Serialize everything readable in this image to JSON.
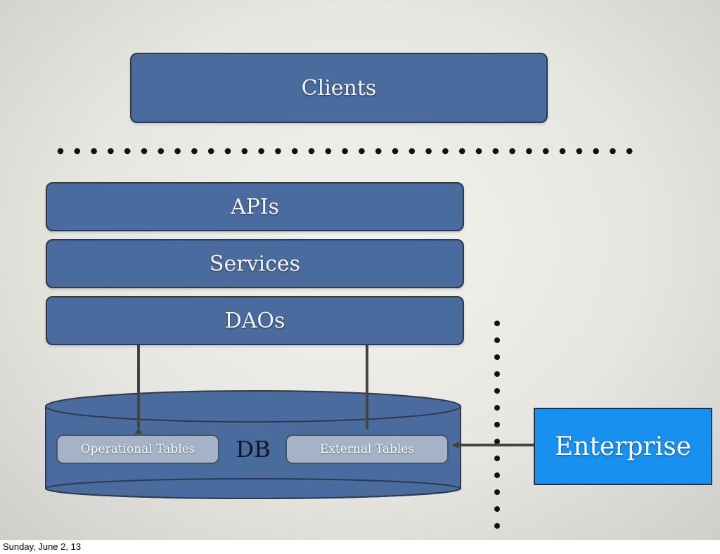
{
  "diagram": {
    "layers": {
      "clients": "Clients",
      "apis": "APIs",
      "services": "Services",
      "daos": "DAOs"
    },
    "database": {
      "label": "DB",
      "operational_tables": "Operational Tables",
      "external_tables": "External Tables"
    },
    "enterprise": "Enterprise",
    "colors": {
      "layer_fill": "#4a6b9e",
      "layer_border": "#2e3a4c",
      "table_fill": "#a6b2c8",
      "enterprise_fill": "#1890f0",
      "arrow": "#444444",
      "dots": "#111111"
    }
  },
  "footer": {
    "date": "Sunday, June 2, 13"
  }
}
